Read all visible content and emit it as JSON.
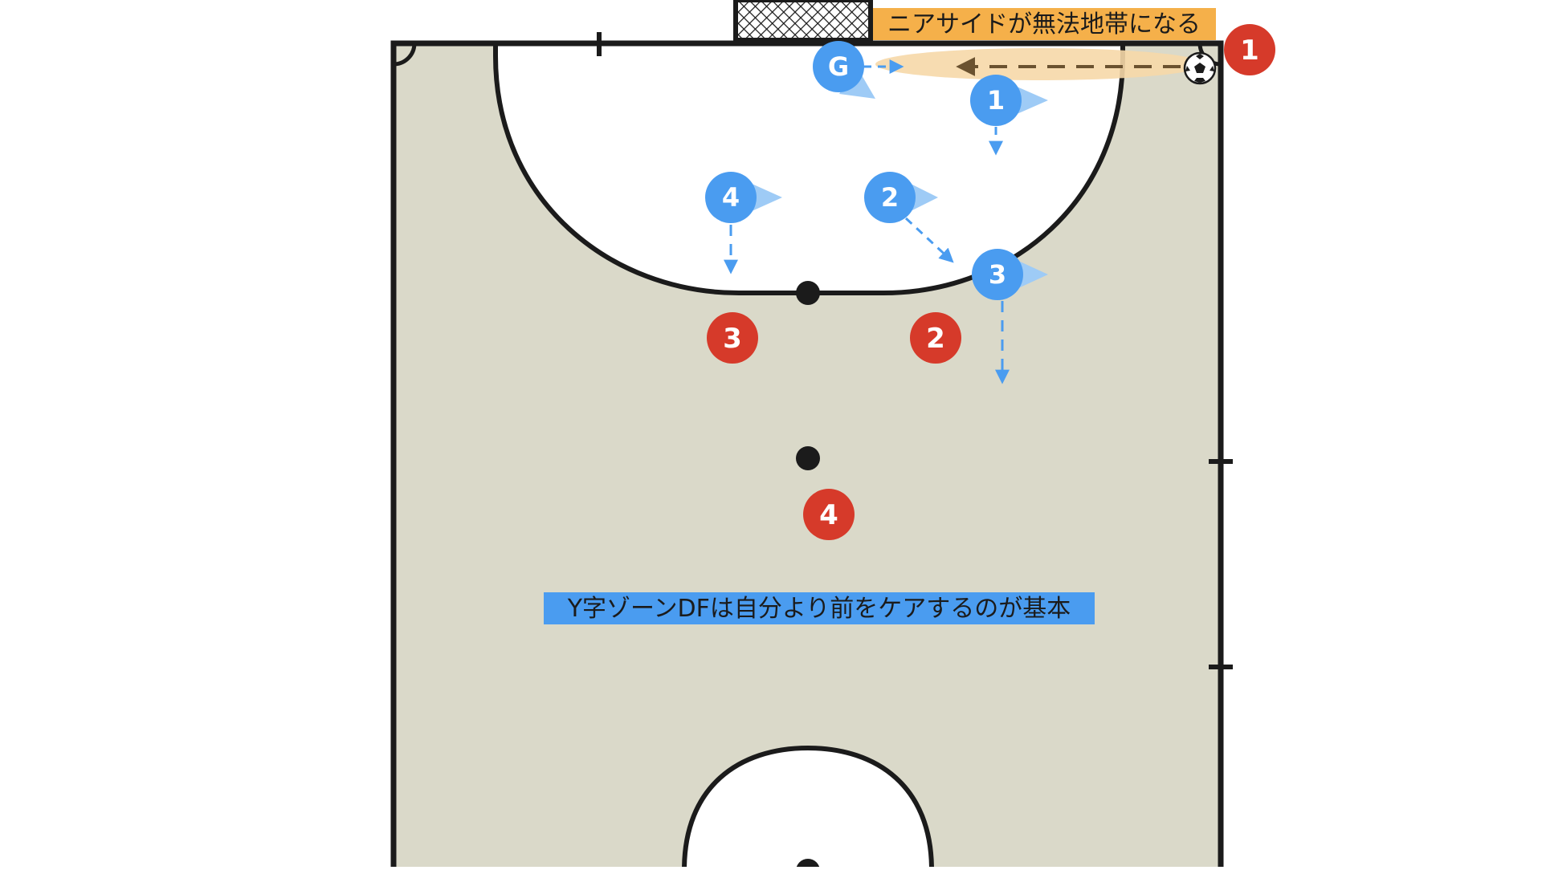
{
  "annotations": {
    "near_side": "ニアサイドが無法地帯になる",
    "zone_df": "Y字ゾーンDFは自分より前をケアするのが基本"
  },
  "players": {
    "blue_goalkeeper": "G",
    "blue_1": "1",
    "blue_2": "2",
    "blue_3": "3",
    "blue_4": "4",
    "red_1": "1",
    "red_2": "2",
    "red_3": "3",
    "red_4": "4"
  },
  "ball_icon": "soccer-ball-icon",
  "colors": {
    "court": "#dad9c9",
    "penalty_area": "#ffffff",
    "lines": "#1b1b1b",
    "blue_team": "#4a9cf0",
    "red_team": "#d63a2a",
    "near_side_label_bg": "#f5b04a",
    "zone_highlight": "#f6d8a8",
    "zone_df_label_bg": "#4a9cf0"
  }
}
